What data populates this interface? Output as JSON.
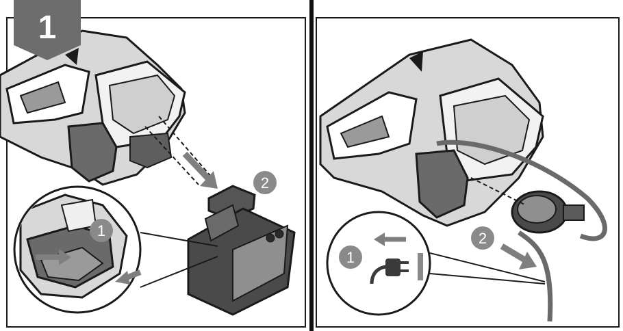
{
  "step_badge": {
    "number": "1"
  },
  "left_panel": {
    "callout_marker": "2",
    "inset_marker": "1"
  },
  "right_panel": {
    "callout_marker": "2",
    "inset_marker": "1"
  },
  "colors": {
    "line": "#1a1a1a",
    "tool_dark": "#5a5a5a",
    "tool_mid": "#8c8c8c",
    "tool_light": "#d4d4d4",
    "arrow_gray": "#7f7f7f",
    "marker_gray": "#8a8a8a",
    "badge_gray": "#6d6d6d"
  },
  "icons": [
    "step-badge-icon",
    "battery-icon",
    "press-arrow-icon",
    "plug-icon",
    "pull-arrow-icon"
  ]
}
